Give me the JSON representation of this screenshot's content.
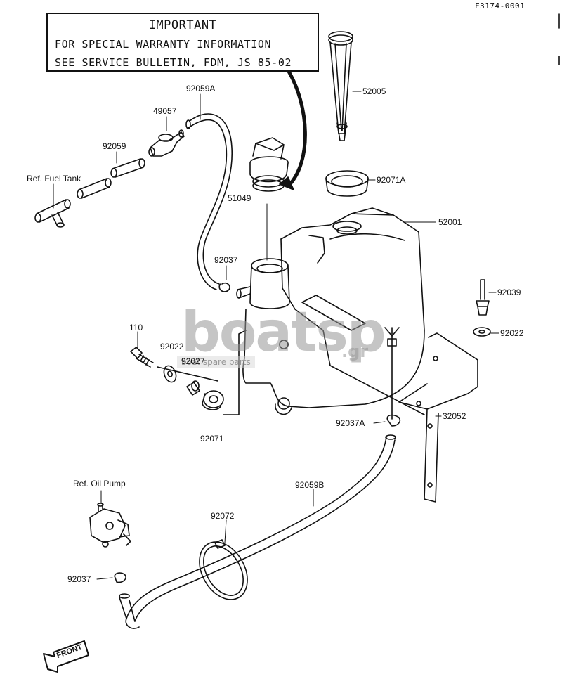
{
  "figure_id": "F3174-0001",
  "notice": {
    "heading": "IMPORTANT",
    "line1": "FOR SPECIAL WARRANTY INFORMATION",
    "line2": "SEE SERVICE BULLETIN, FDM, JS 85-02"
  },
  "watermark": {
    "brand": "boatsp",
    "tld": ".gr",
    "subtitle": "boat spare parts"
  },
  "part_labels": {
    "p52005": "52005",
    "p92059A": "92059A",
    "p49057": "49057",
    "p92059": "92059",
    "ref_fuel_tank": "Ref. Fuel Tank",
    "p51049": "51049",
    "p92071A": "92071A",
    "p52001": "52001",
    "p92037_top": "92037",
    "p92039": "92039",
    "p92022_right": "92022",
    "p110": "110",
    "p92022_left": "92022",
    "p92027": "92027",
    "p92071": "92071",
    "p92037A": "92037A",
    "p32052": "32052",
    "ref_oil_pump": "Ref. Oil Pump",
    "p92059B": "92059B",
    "p92072": "92072",
    "p92037_bottom": "92037"
  },
  "front_label": "FRONT"
}
